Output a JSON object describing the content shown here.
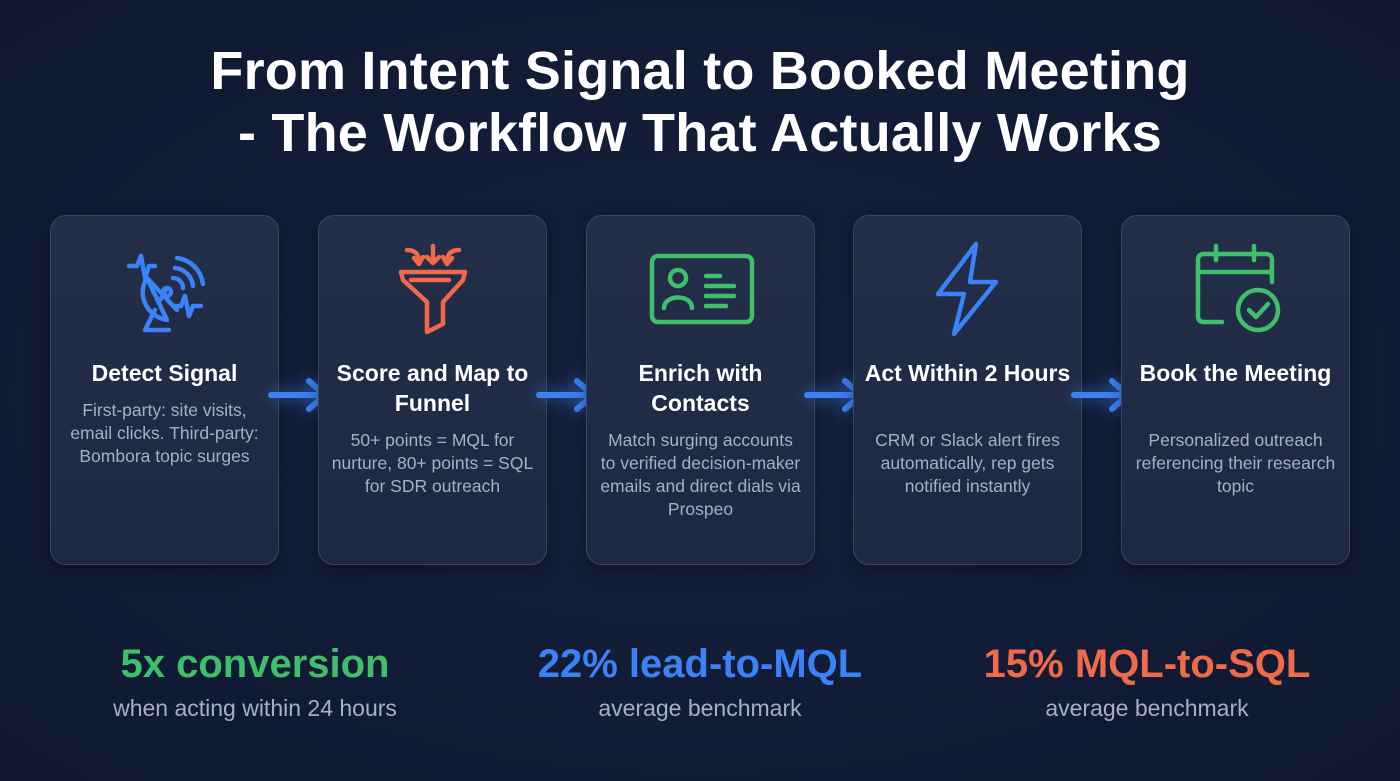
{
  "title": {
    "line1": "From Intent Signal to Booked Meeting",
    "line2": "- The Workflow That Actually Works"
  },
  "colors": {
    "background": "#121c36",
    "card": "#212c46",
    "blue": "#3b82f6",
    "orange": "#f06a4a",
    "green": "#3fbf6b",
    "text_muted": "#a7b0c2"
  },
  "steps": [
    {
      "icon": "satellite-dish-icon",
      "title": "Detect Signal",
      "description": "First-party: site visits, email clicks. Third-party: Bombora topic surges"
    },
    {
      "icon": "funnel-icon",
      "title": "Score and Map to Funnel",
      "description": "50+ points = MQL for nurture, 80+ points = SQL for SDR outreach"
    },
    {
      "icon": "contact-card-icon",
      "title": "Enrich with Contacts",
      "description": "Match surging accounts to verified decision-maker emails and direct dials via Prospeo"
    },
    {
      "icon": "lightning-bolt-icon",
      "title": "Act Within 2 Hours",
      "description": "CRM or Slack alert fires automatically, rep gets notified instantly"
    },
    {
      "icon": "calendar-check-icon",
      "title": "Book the Meeting",
      "description": "Personalized outreach referencing their research topic"
    }
  ],
  "connectors": [
    "arrow-right-icon",
    "arrow-right-icon",
    "arrow-right-icon",
    "arrow-right-icon"
  ],
  "stats": [
    {
      "value": "5x conversion",
      "caption": "when acting within 24 hours",
      "color": "#3fbf6b"
    },
    {
      "value": "22% lead-to-MQL",
      "caption": "average benchmark",
      "color": "#3b82f6"
    },
    {
      "value": "15% MQL-to-SQL",
      "caption": "average benchmark",
      "color": "#f06a4a"
    }
  ]
}
